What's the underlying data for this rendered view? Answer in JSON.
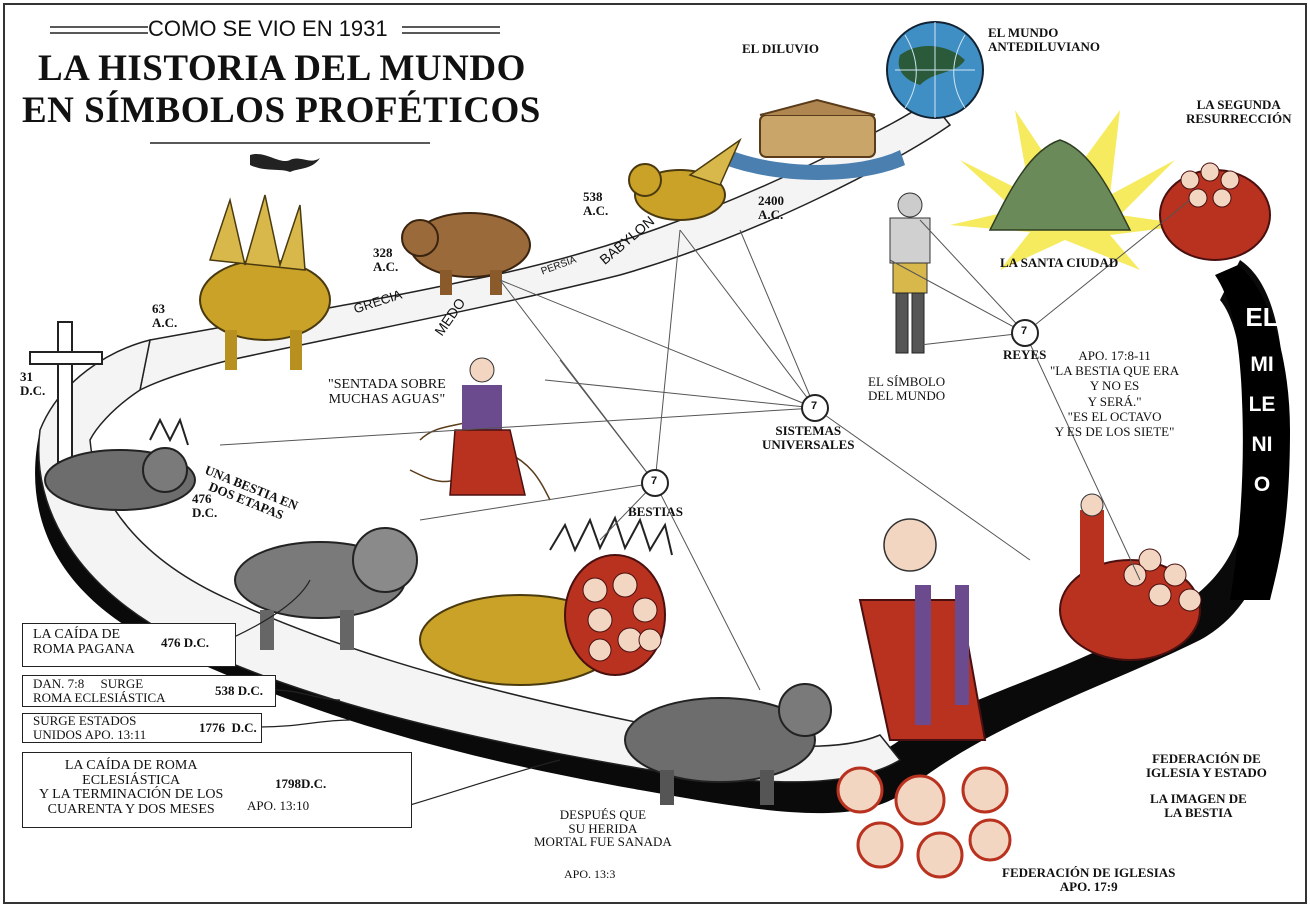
{
  "header": {
    "banner": "COMO SE VIO EN 1931",
    "title_line1": "LA HISTORIA DEL MUNDO",
    "title_line2": "EN SÍMBOLOS PROFÉTICOS"
  },
  "top_scenes": {
    "flood": "EL DILUVIO",
    "antediluvian_world": "EL MUNDO\nANTEDILUVIANO",
    "second_resurrection": "LA SEGUNDA\nRESURRECCIÓN",
    "holy_city": "LA SANTA CIUDAD"
  },
  "timeline_dates": {
    "d2400": "2400\nA.C.",
    "d538": "538\nA.C.",
    "d328": "328\nA.C.",
    "d63": "63\nA.C.",
    "d31": "31\nD.C.",
    "d476": "476\nD.C."
  },
  "road_labels": {
    "babylon": "BABYLON",
    "persia": "PERSIA",
    "medo": "MEDO",
    "grecia": "GRECIA",
    "two_stages": "UNA BESTIA EN\nDOS ETAPAS"
  },
  "nodes": {
    "seven": "7",
    "kings": "REYES",
    "universal_systems": "SISTEMAS\nUNIVERSALES",
    "beasts": "BESTIAS"
  },
  "figure_labels": {
    "seated_on_waters": "\"SENTADA SOBRE\nMUCHAS AGUAS\"",
    "world_symbol": "EL SÍMBOLO\nDEL MUNDO",
    "apo_17_8": "APO. 17:8-11\n\"LA BESTIA QUE ERA\nY NO ES\nY SERÁ.\"\n\"ES EL OCTAVO\nY ES DE LOS SIETE\"",
    "after_wound": "DESPUÉS QUE\nSU HERIDA\nMORTAL FUE SANADA",
    "apo_13_3": "APO. 13:3",
    "federation_church_state": "FEDERACIÓN DE\nIGLESIA Y ESTADO",
    "image_of_beast": "LA IMAGEN DE\nLA BESTIA",
    "federation_churches": "FEDERACIÓN DE IGLESIAS\nAPO. 17:9"
  },
  "millennium": {
    "word1": "EL",
    "word2": "MILENIO"
  },
  "event_boxes": [
    {
      "text": "LA CAÍDA DE\nROMA PAGANA",
      "date": "476 D.C."
    },
    {
      "text": "DAN. 7:8     SURGE\nROMA ECLESIÁSTICA",
      "date": "538 D.C."
    },
    {
      "text": "SURGE ESTADOS\nUNIDOS APO. 13:11",
      "date": "1776  D.C."
    },
    {
      "text": "LA CAÍDA DE ROMA\nECLESIÁSTICA\nY LA TERMINACIÓN DE LOS\nCUARENTA Y DOS MESES",
      "date": "1798D.C.",
      "ref": "APO. 13:10"
    }
  ],
  "colors": {
    "road_black": "#0a0a0a",
    "road_white": "#f4f4f4",
    "beast_gold": "#c9a227",
    "beast_brown": "#9a6a3a",
    "beast_grey": "#6d6d6d",
    "woman_red": "#b8321f",
    "woman_purple": "#6b4a8e",
    "globe_blue": "#3f8fc4",
    "city_yellow": "#f5e642"
  }
}
